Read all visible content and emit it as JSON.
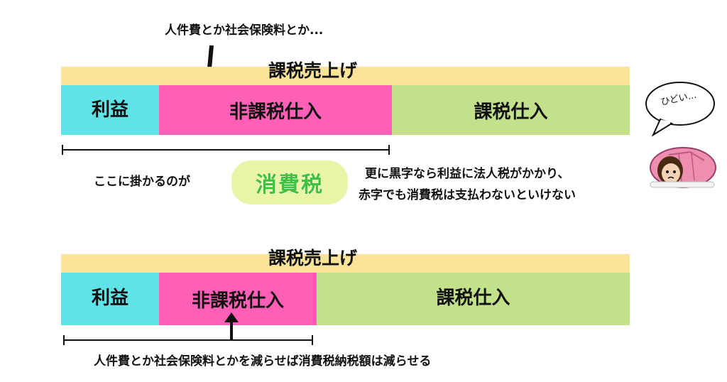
{
  "top_note": "人件費とか社会保険料とか...",
  "diagram1": {
    "band_title": "課税売上げ",
    "profit": "利益",
    "non_taxable": "非課税仕入",
    "taxable": "課税仕入"
  },
  "explain": {
    "left": "ここに掛かるのが",
    "badge": "消費税",
    "right_line1": "更に黒字なら利益に法人税がかかり、",
    "right_line2": "赤字でも消費税は支払わないといけない"
  },
  "bubble_text": "ひどい...",
  "diagram2": {
    "band_title": "課税売上げ",
    "profit": "利益",
    "non_taxable": "非課税仕入",
    "taxable": "課税仕入"
  },
  "bottom_note": "人件費とか社会保険料とかを減らせば消費税納税額は減らせる",
  "colors": {
    "band": "#fbe39a",
    "profit": "#5fe3e6",
    "non_taxable": "#ff5fb6",
    "taxable": "#c3e08a",
    "badge_bg": "#e8f5a6",
    "badge_text": "#3ec23e"
  }
}
